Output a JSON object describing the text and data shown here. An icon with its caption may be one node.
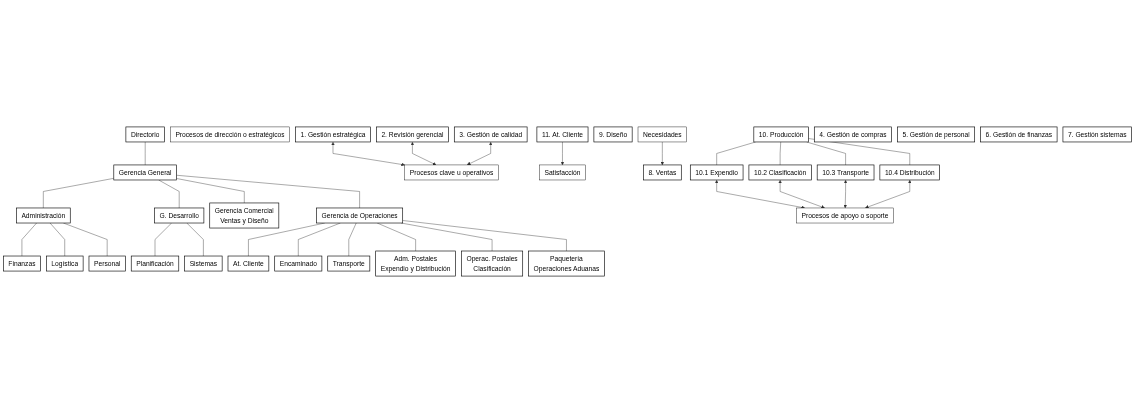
{
  "diagram": {
    "nodes": [
      {
        "text": [
          "Administración"
        ]
      },
      {
        "text": [
          "Directorio"
        ]
      },
      {
        "text": [
          "G. Desarrollo"
        ]
      },
      {
        "text": [
          "Finanzas"
        ]
      },
      {
        "text": [
          "Gerencia General"
        ]
      },
      {
        "text": [
          "Planificación"
        ]
      },
      {
        "text": [
          "Logística"
        ]
      },
      {
        "text": [
          "Sistemas"
        ]
      },
      {
        "text": [
          "Personal"
        ]
      },
      {
        "text": [
          "At. Cliente"
        ]
      },
      {
        "text": [
          "Gerencia Comercial",
          "Ventas y Diseño"
        ]
      },
      {
        "text": [
          "Gerencia de Operaciones"
        ]
      },
      {
        "text": [
          "Encaminado"
        ]
      },
      {
        "text": [
          "Transporte"
        ]
      },
      {
        "text": [
          "Adm. Postales",
          "Expendio y Distribución"
        ]
      },
      {
        "text": [
          "Operac. Postales",
          "Clasificación"
        ]
      },
      {
        "text": [
          "Paquetería",
          "Operaciones Aduanas"
        ]
      },
      {
        "text": [
          "Procesos de dirección o estratégicos"
        ]
      },
      {
        "text": [
          "1. Gestión estratégica"
        ]
      },
      {
        "text": [
          "2. Revisión gerencial"
        ]
      },
      {
        "text": [
          "3. Gestión de calidad"
        ]
      },
      {
        "text": [
          "Necesidades"
        ]
      },
      {
        "text": [
          "Procesos clave u operativos"
        ]
      },
      {
        "text": [
          "Satisfacción"
        ]
      },
      {
        "text": [
          "8. Ventas"
        ]
      },
      {
        "text": [
          "9. Diseño"
        ]
      },
      {
        "text": [
          "10. Producción"
        ]
      },
      {
        "text": [
          "11. At. Cliente"
        ]
      },
      {
        "text": [
          "10.1 Expendio"
        ]
      },
      {
        "text": [
          "10.2 Clasificación"
        ]
      },
      {
        "text": [
          "10.3 Transporte"
        ]
      },
      {
        "text": [
          "10.4 Distribución"
        ]
      },
      {
        "text": [
          "Procesos de apoyo o soporte"
        ]
      },
      {
        "text": [
          "4. Gestión de compras"
        ]
      },
      {
        "text": [
          "5. Gestión de personal"
        ]
      },
      {
        "text": [
          "6. Gestión de finanzas"
        ]
      },
      {
        "text": [
          "7. Gestión sistemas"
        ]
      }
    ],
    "edges": [
      {
        "from": 1,
        "to": 4,
        "arrow": "none"
      },
      {
        "from": 4,
        "to": 0,
        "arrow": "none"
      },
      {
        "from": 4,
        "to": 2,
        "arrow": "none"
      },
      {
        "from": 0,
        "to": 3,
        "arrow": "none"
      },
      {
        "from": 0,
        "to": 6,
        "arrow": "none"
      },
      {
        "from": 0,
        "to": 8,
        "arrow": "none"
      },
      {
        "from": 2,
        "to": 5,
        "arrow": "none"
      },
      {
        "from": 2,
        "to": 7,
        "arrow": "none"
      },
      {
        "from": 4,
        "to": 10,
        "arrow": "none"
      },
      {
        "from": 4,
        "to": 11,
        "arrow": "none"
      },
      {
        "from": 11,
        "to": 9,
        "arrow": "none"
      },
      {
        "from": 11,
        "to": 12,
        "arrow": "none"
      },
      {
        "from": 11,
        "to": 13,
        "arrow": "none"
      },
      {
        "from": 11,
        "to": 14,
        "arrow": "none"
      },
      {
        "from": 11,
        "to": 15,
        "arrow": "none"
      },
      {
        "from": 11,
        "to": 16,
        "arrow": "none"
      },
      {
        "from": 18,
        "to": 22,
        "arrow": "both"
      },
      {
        "from": 19,
        "to": 22,
        "arrow": "both"
      },
      {
        "from": 20,
        "to": 22,
        "arrow": "both"
      },
      {
        "from": 21,
        "to": 24,
        "arrow": "to"
      },
      {
        "from": 27,
        "to": 23,
        "arrow": "to"
      },
      {
        "from": 26,
        "to": 28,
        "arrow": "none"
      },
      {
        "from": 26,
        "to": 29,
        "arrow": "none"
      },
      {
        "from": 26,
        "to": 30,
        "arrow": "none"
      },
      {
        "from": 26,
        "to": 31,
        "arrow": "none"
      },
      {
        "from": 28,
        "to": 32,
        "arrow": "both"
      },
      {
        "from": 29,
        "to": 32,
        "arrow": "both"
      },
      {
        "from": 30,
        "to": 32,
        "arrow": "both"
      },
      {
        "from": 31,
        "to": 32,
        "arrow": "both"
      }
    ]
  }
}
